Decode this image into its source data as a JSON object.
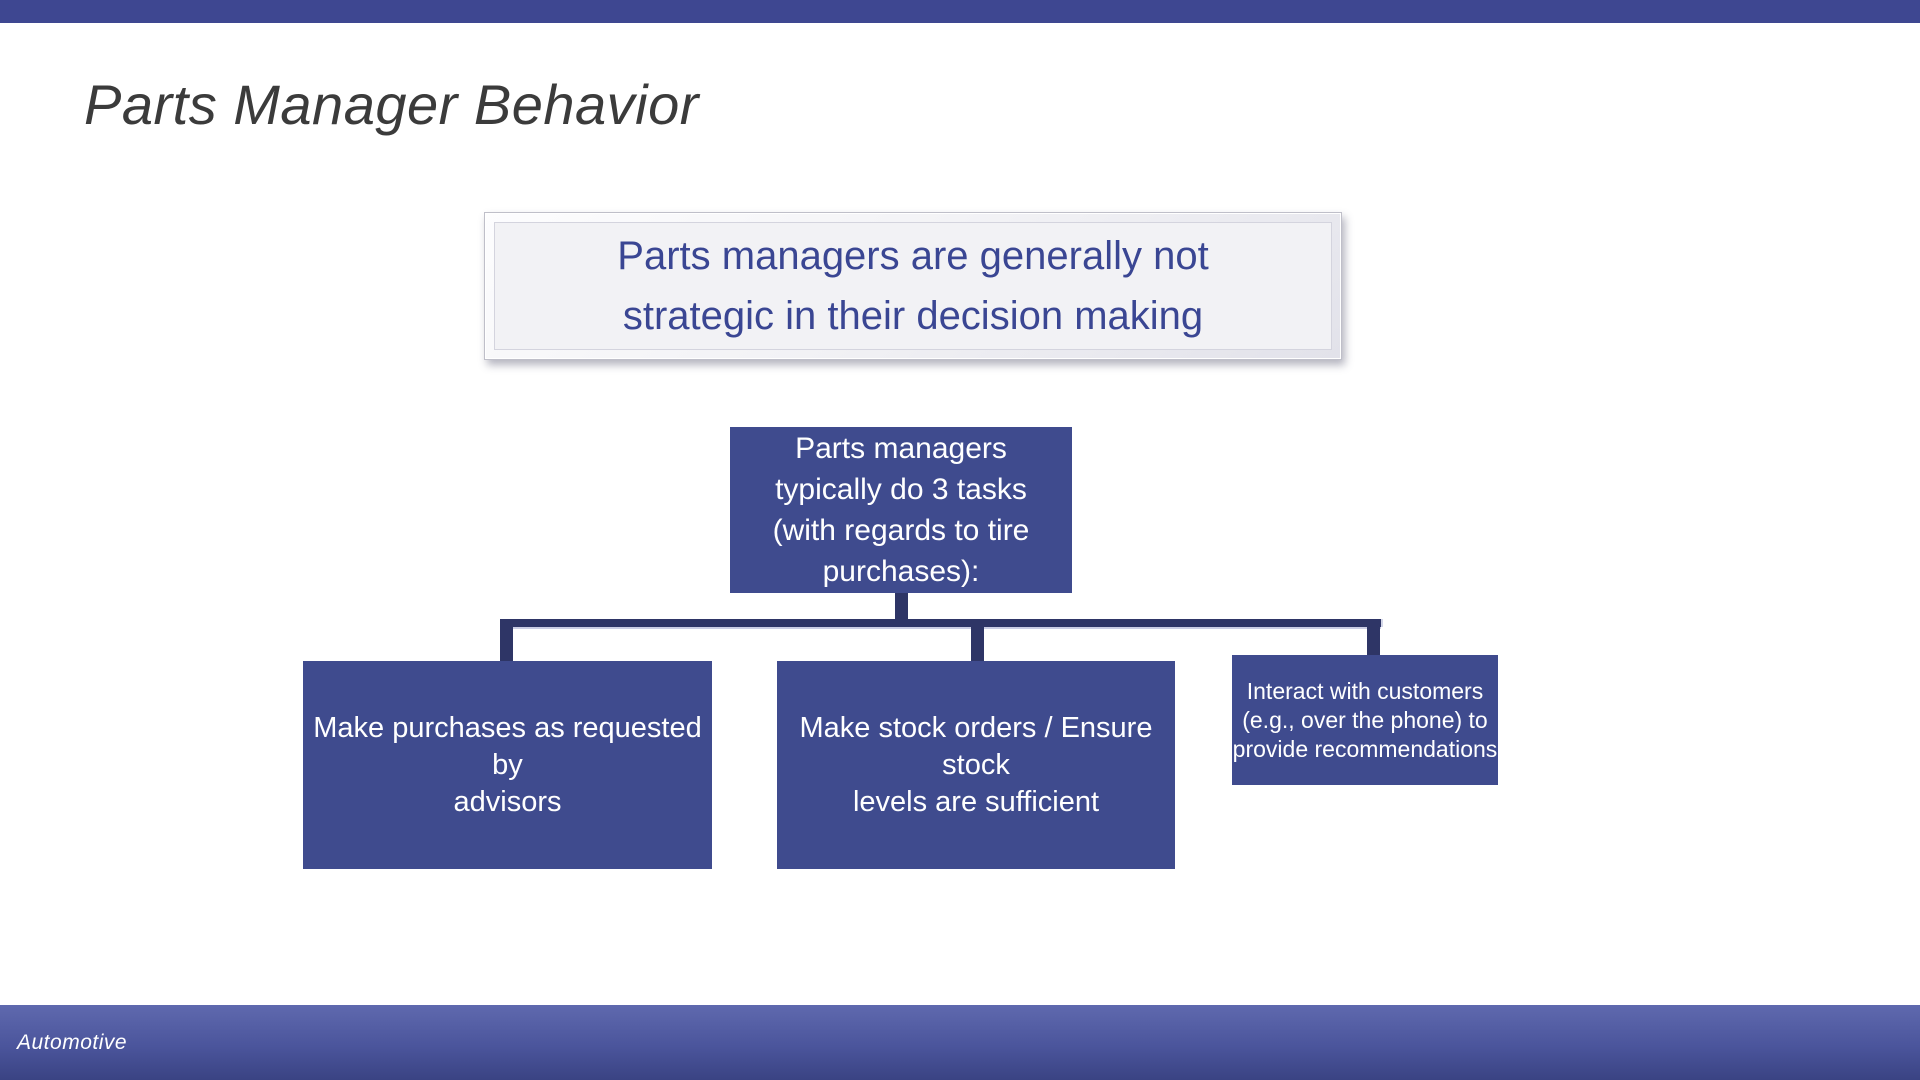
{
  "slide": {
    "title": "Parts Manager Behavior",
    "callout": {
      "lines": [
        "Parts managers are generally not",
        "strategic in their decision making"
      ],
      "text_color": "#3A4693",
      "panel_color": "#F2F2F5"
    },
    "flowchart": {
      "root": {
        "lines": [
          "Parts managers",
          "typically do 3 tasks",
          "(with regards to tire",
          "purchases):"
        ]
      },
      "children": [
        {
          "lines": [
            "Make purchases as requested by",
            "advisors"
          ]
        },
        {
          "lines": [
            "Make stock orders / Ensure stock",
            "levels are sufficient"
          ]
        },
        {
          "lines": [
            "Interact with customers",
            "(e.g., over the phone) to",
            "provide recommendations"
          ]
        }
      ],
      "box_color": "#3F4B8E",
      "connector_color": "#2E3566",
      "box_text_color": "#FFFFFF"
    },
    "footer": {
      "label": "Automotive"
    },
    "colors": {
      "top_bar": "#3E4791",
      "footer_gradient_top": "#5F69AE",
      "footer_gradient_bottom": "#3A4383",
      "title_text": "#3B3B3B",
      "background": "#FFFFFF"
    }
  }
}
